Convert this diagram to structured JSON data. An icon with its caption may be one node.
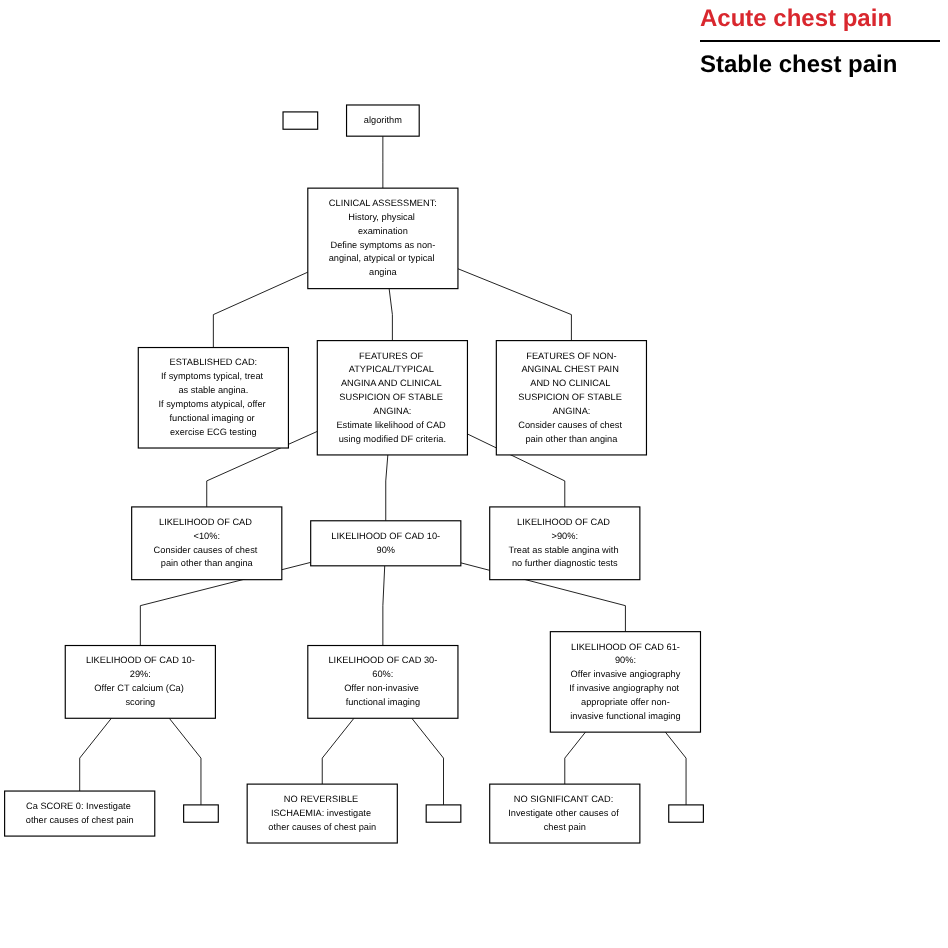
{
  "diagram": {
    "nodes": [
      {
        "text": [],
        "shape": "box"
      },
      {
        "text": [
          "algorithm"
        ]
      },
      {
        "text": [
          "CLINICAL ASSESSMENT:",
          "History, physical examination",
          "Define symptoms as non-anginal, atypical or typical angina"
        ]
      },
      {
        "text": [
          "ESTABLISHED CAD:",
          "If symptoms typical, treat as stable angina.",
          "If symptoms atypical, offer functional imaging or exercise ECG testing"
        ]
      },
      {
        "text": [
          "FEATURES OF ATYPICAL/TYPICAL ANGINA AND CLINICAL SUSPICION OF STABLE ANGINA:",
          "Estimate likelihood of CAD using modified DF criteria."
        ]
      },
      {
        "text": [
          "FEATURES OF NON-ANGINAL CHEST PAIN AND NO CLINICAL SUSPICION OF STABLE ANGINA:",
          "Consider causes of chest pain other than angina"
        ]
      },
      {
        "text": [
          "LIKELIHOOD OF CAD <10%:",
          "Consider causes of chest pain other than angina"
        ]
      },
      {
        "text": [
          "LIKELIHOOD OF CAD 10-90%"
        ]
      },
      {
        "text": [
          "LIKELIHOOD OF CAD >90%:",
          "Treat as stable angina with no further diagnostic tests"
        ]
      },
      {
        "text": [
          "LIKELIHOOD OF CAD 10-29%:",
          "Offer CT calcium (Ca) scoring"
        ]
      },
      {
        "text": [
          "LIKELIHOOD OF CAD 30-60%:",
          "Offer non-invasive functional imaging"
        ]
      },
      {
        "text": [
          "LIKELIHOOD OF CAD 61-90%:",
          "Offer invasive angiography",
          "If invasive angiography not appropriate offer non-invasive functional imaging"
        ]
      },
      {
        "text": [
          "Ca SCORE 0: Investigate other causes of chest pain"
        ]
      },
      {
        "text": [
          "NO REVERSIBLE ISCHAEMIA: investigate other causes of chest pain"
        ]
      },
      {
        "text": [
          "NO SIGNIFICANT CAD: Investigate other causes of chest pain"
        ]
      },
      {
        "text": [],
        "shape": "box"
      },
      {
        "text": [],
        "shape": "box"
      },
      {
        "text": [],
        "shape": "box"
      }
    ],
    "edges": [
      {
        "from": 1,
        "to": 2,
        "arrow": "none"
      },
      {
        "from": 2,
        "to": 3,
        "arrow": "none"
      },
      {
        "from": 2,
        "to": 4,
        "arrow": "none"
      },
      {
        "from": 2,
        "to": 5,
        "arrow": "none"
      },
      {
        "from": 4,
        "to": 6,
        "arrow": "none"
      },
      {
        "from": 4,
        "to": 7,
        "arrow": "none"
      },
      {
        "from": 4,
        "to": 8,
        "arrow": "none"
      },
      {
        "from": 7,
        "to": 9,
        "arrow": "none"
      },
      {
        "from": 7,
        "to": 10,
        "arrow": "none"
      },
      {
        "from": 7,
        "to": 11,
        "arrow": "none"
      },
      {
        "from": 9,
        "to": 12,
        "arrow": "none"
      },
      {
        "from": 9,
        "to": 15,
        "arrow": "none"
      },
      {
        "from": 10,
        "to": 13,
        "arrow": "none"
      },
      {
        "from": 10,
        "to": 16,
        "arrow": "none"
      },
      {
        "from": 11,
        "to": 14,
        "arrow": "none"
      },
      {
        "from": 11,
        "to": 17,
        "arrow": "none"
      }
    ],
    "labels": [
      "Acute chest pain",
      "Stable chest pain"
    ]
  }
}
